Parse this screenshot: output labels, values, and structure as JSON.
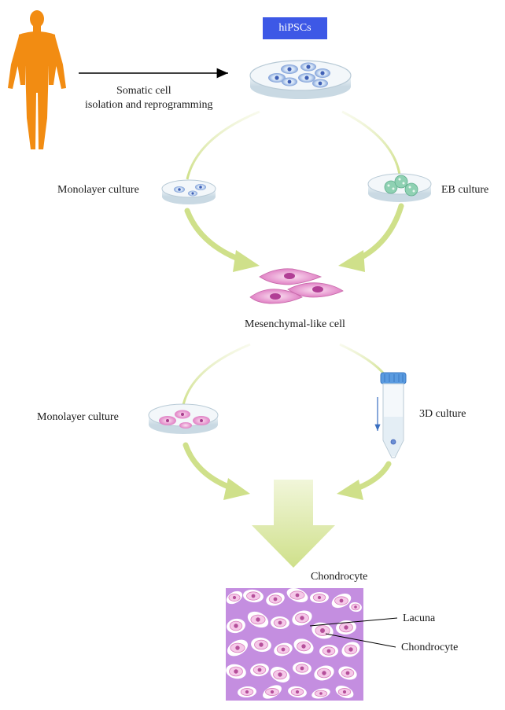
{
  "badge": {
    "label": "hiPSCs",
    "color": "#3d58e6"
  },
  "steps": {
    "reprogramming_line1": "Somatic cell",
    "reprogramming_line2": "isolation and reprogramming",
    "monolayer_culture_1": "Monolayer culture",
    "eb_culture": "EB culture",
    "mesenchymal_cell": "Mesenchymal-like cell",
    "monolayer_culture_2": "Monolayer culture",
    "culture_3d": "3D culture",
    "chondrocyte_title": "Chondrocyte"
  },
  "tissue_labels": {
    "lacuna": "Lacuna",
    "chondrocyte": "Chondrocyte"
  },
  "colors": {
    "human_figure": "#f28c12",
    "flow_arrow": "#cfe08a",
    "tissue_matrix": "#c48ee0",
    "cell_pink": "#e58acb",
    "stem_cell_blue": "#6b8fd4",
    "eb_green": "#7fc9a8",
    "tube_cap": "#5a9be0"
  },
  "icons": [
    "human-figure-icon",
    "petri-dish-icon",
    "embryoid-body-icon",
    "mesenchymal-cell-icon",
    "conical-tube-icon",
    "cartilage-tissue-icon"
  ]
}
